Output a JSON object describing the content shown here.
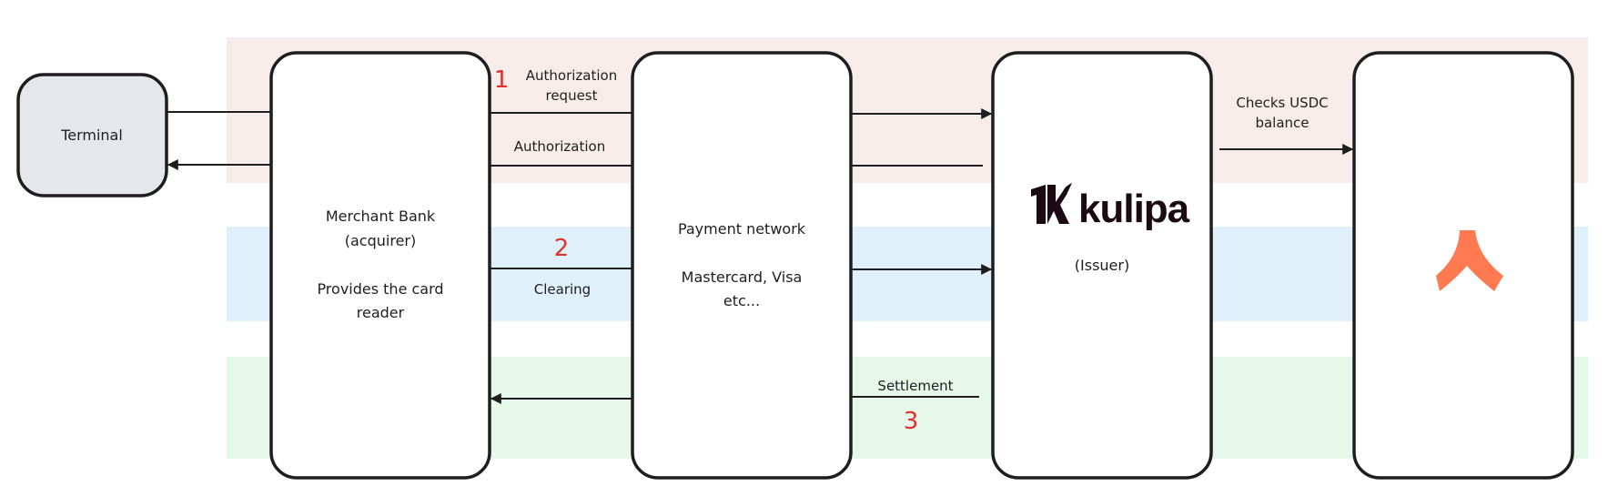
{
  "diagram": {
    "lanes": [
      {
        "name": "authorization-lane",
        "color": "#f7ece9"
      },
      {
        "name": "clearing-lane",
        "color": "#e0f0fb"
      },
      {
        "name": "settlement-lane",
        "color": "#e5f8ea"
      }
    ],
    "nodes": {
      "terminal": {
        "label": "Terminal",
        "fill": "#e5e8eb"
      },
      "merchant_bank": {
        "line1": "Merchant Bank",
        "line2": "(acquirer)",
        "line3": "Provides the card",
        "line4": "reader"
      },
      "payment_network": {
        "line1": "Payment network",
        "line2": "Mastercard, Visa",
        "line3": "etc..."
      },
      "issuer": {
        "logo_text": "kulipa",
        "logo_icon": "kulipa-k-icon",
        "label": "(Issuer)",
        "logo_color": "#1c0a12"
      },
      "wallet": {
        "logo_icon": "orange-chevron-logo-icon",
        "logo_color": "#ff7a50"
      }
    },
    "edges": {
      "auth_request": {
        "line1": "Authorization",
        "line2": "request"
      },
      "authorization": {
        "label": "Authorization"
      },
      "clearing": {
        "label": "Clearing"
      },
      "settlement": {
        "label": "Settlement"
      },
      "check_balance": {
        "line1": "Checks USDC",
        "line2": "balance"
      }
    },
    "steps": {
      "one": "1",
      "two": "2",
      "three": "3"
    },
    "step_color": "#e03131"
  }
}
